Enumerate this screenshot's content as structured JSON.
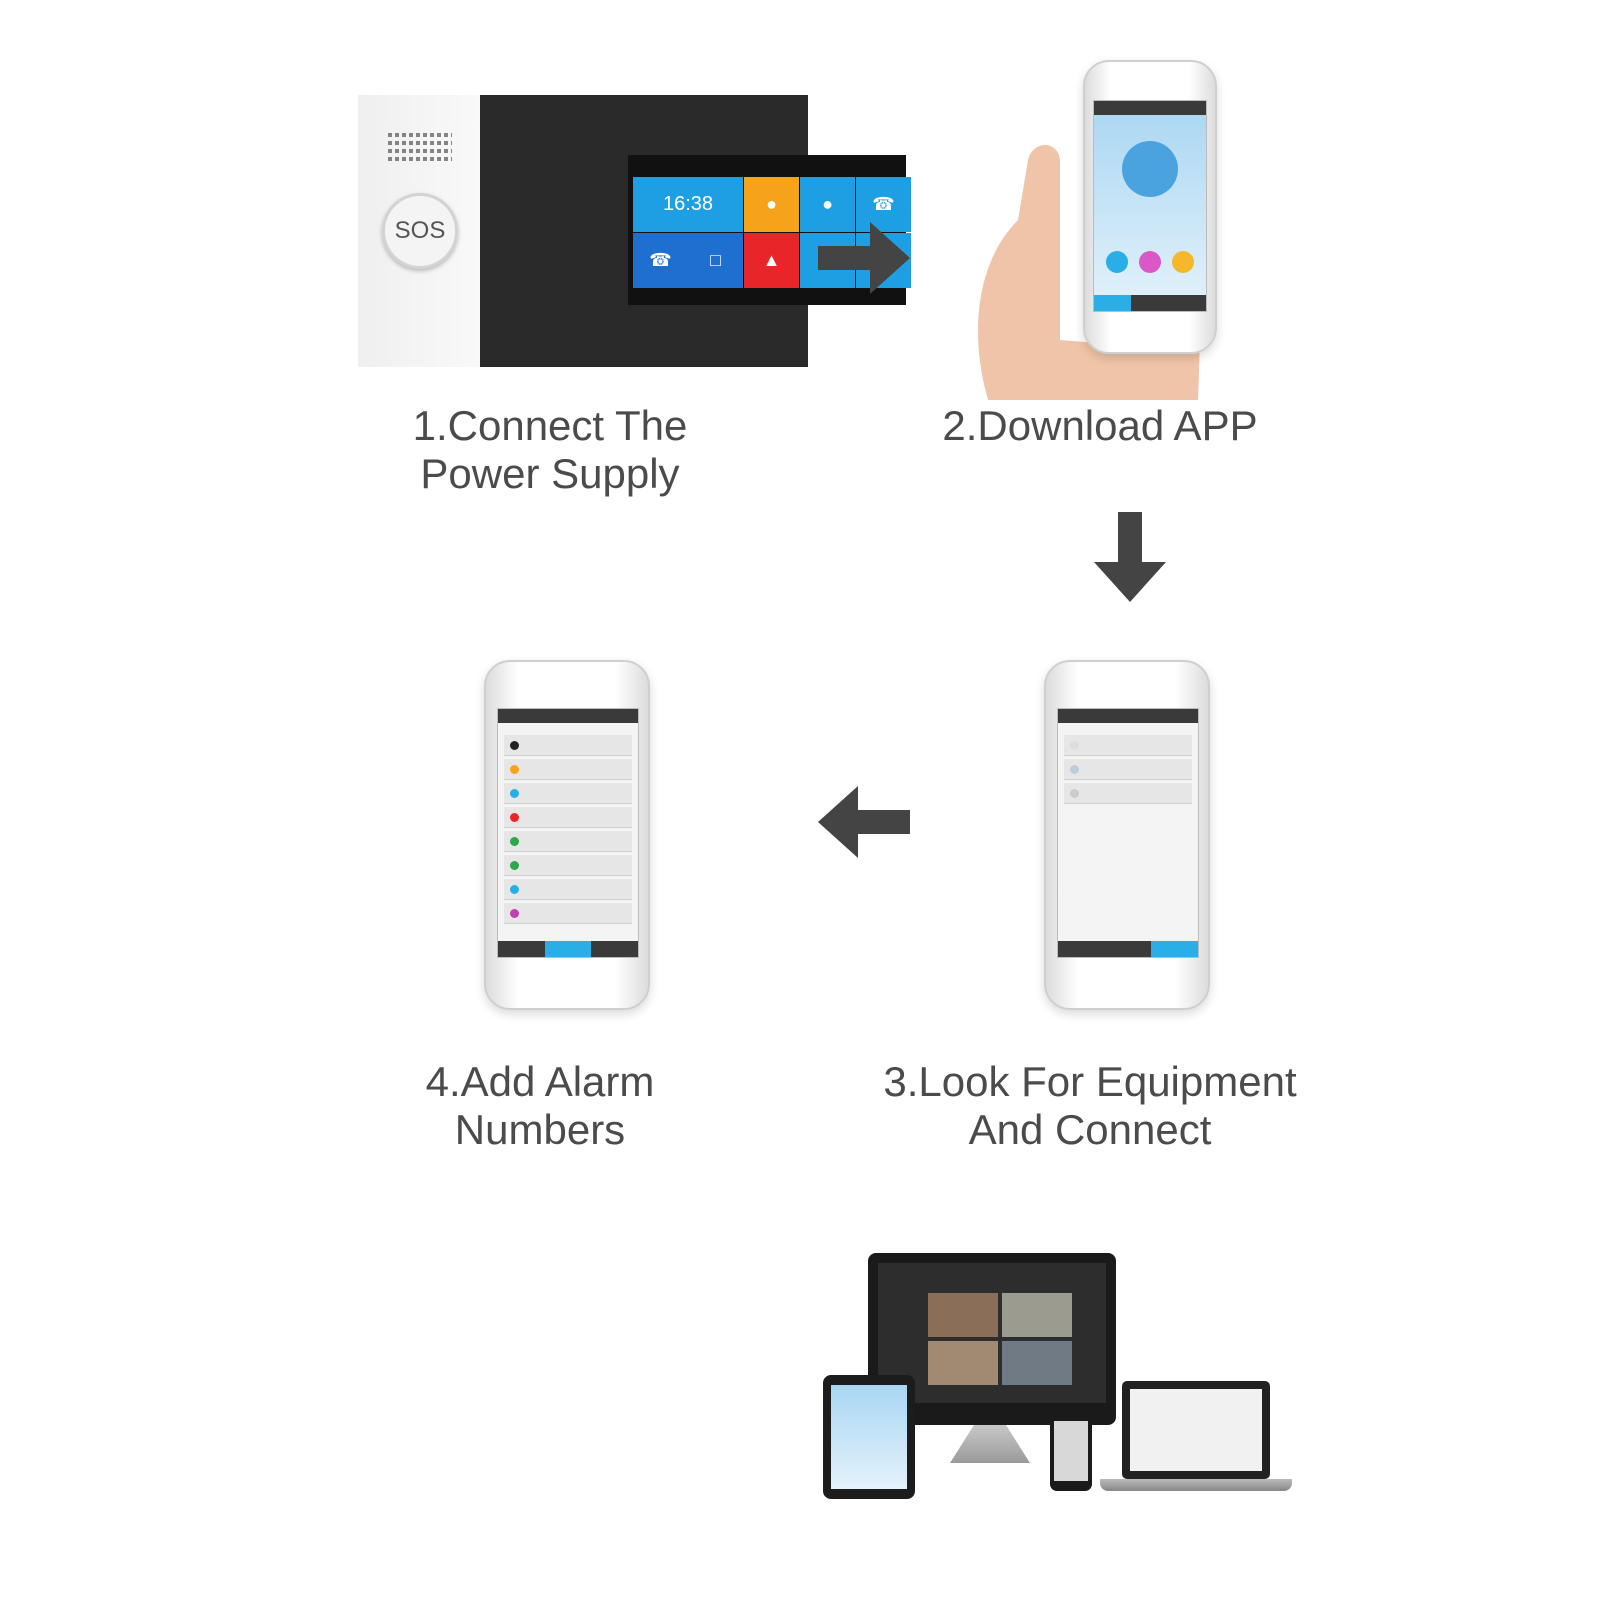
{
  "steps": [
    {
      "line1": "1.Connect The",
      "line2": "Power Supply"
    },
    {
      "line1": "2.Download APP",
      "line2": ""
    },
    {
      "line1": "3.Look For Equipment",
      "line2": "And Connect"
    },
    {
      "line1": "4.Add Alarm",
      "line2": "Numbers"
    }
  ],
  "panel": {
    "sos_label": "SOS",
    "clock": "16:38"
  },
  "colors": {
    "tile_blue": "#1e9fe3",
    "tile_orange": "#f6a21a",
    "tile_red": "#e8262a",
    "arrow": "#444444",
    "app_blue": "#29aee6"
  },
  "icons": {
    "arrow_right": "arrow-right-icon",
    "arrow_down": "arrow-down-icon",
    "arrow_left": "arrow-left-icon"
  }
}
